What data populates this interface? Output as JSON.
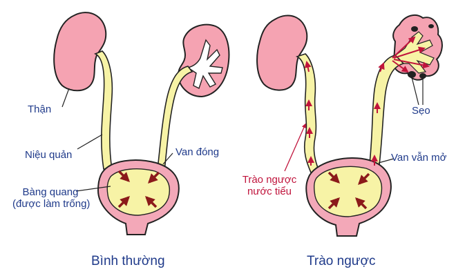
{
  "captions": {
    "normal": "Bình thường",
    "reflux": "Trào ngược"
  },
  "labels": {
    "kidney": "Thận",
    "ureter": "Niệu quản",
    "valve_closed": "Van đóng",
    "bladder_line1": "Bàng quang",
    "bladder_line2": "(được làm trống)",
    "scar": "Sẹo",
    "valve_open": "Van vẫn mở",
    "reflux_line1": "Trào ngược",
    "reflux_line2": "nước tiểu"
  },
  "colors": {
    "kidney": "#f5a3b2",
    "kidney_inner": "#ffffff",
    "urine": "#f7f3a6",
    "bladder_wall": "#f3a8b8",
    "arrow": "#8b1a1a",
    "label_blue": "#1f3a8a",
    "label_red": "#c0143c",
    "outline": "#222222"
  }
}
